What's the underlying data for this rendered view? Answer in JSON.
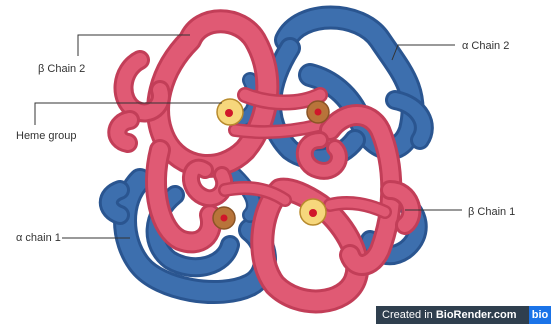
{
  "labels": {
    "beta_chain_2": "β Chain 2",
    "alpha_chain_2": "α Chain 2",
    "heme_group": "Heme group",
    "alpha_chain_1": "α chain 1",
    "beta_chain_1": "β Chain 1"
  },
  "watermark": {
    "prefix": "Created in ",
    "brand": "BioRender.com",
    "badge": "bio"
  },
  "colors": {
    "beta_chain": "#e05a74",
    "beta_chain_dark": "#c23e58",
    "alpha_chain": "#3d6fae",
    "alpha_chain_dark": "#2a5590",
    "heme_light": "#f6d77c",
    "heme_dark": "#b8743a",
    "heme_center": "#d0172a",
    "leader_line": "#333333"
  }
}
